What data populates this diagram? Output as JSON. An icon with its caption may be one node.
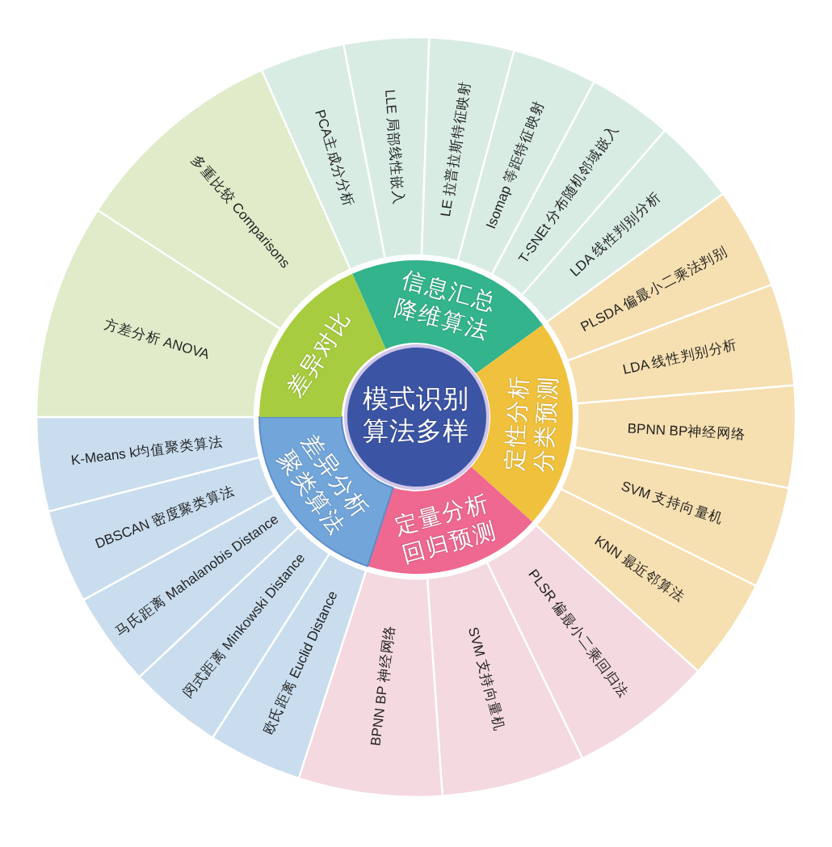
{
  "diagram": {
    "nodes": [
      {
        "text": [
          "模式识别算法多样"
        ]
      },
      {
        "text": [
          "信息汇总降维算法"
        ]
      },
      {
        "text": [
          "定性分析分类预测"
        ]
      },
      {
        "text": [
          "定量分析回归预测"
        ]
      },
      {
        "text": [
          "差异分析聚类算法"
        ]
      },
      {
        "text": [
          "差异对比"
        ]
      },
      {
        "text": [
          "PCA主成分分析"
        ]
      },
      {
        "text": [
          "LLE 局部线性嵌入"
        ]
      },
      {
        "text": [
          "LE 拉普拉斯特征映射"
        ]
      },
      {
        "text": [
          "Isomap 等距特征映射"
        ]
      },
      {
        "text": [
          "T-SNEt 分布随机邻域嵌入"
        ]
      },
      {
        "text": [
          "LDA 线性判别分析"
        ]
      },
      {
        "text": [
          "PLSDA 偏最小二乘法判别"
        ]
      },
      {
        "text": [
          "LDA 线性判别分析"
        ]
      },
      {
        "text": [
          "BPNN BP神经网络"
        ]
      },
      {
        "text": [
          "SVM 支持向量机"
        ]
      },
      {
        "text": [
          "KNN 最近邻算法"
        ]
      },
      {
        "text": [
          "PLSR 偏最小二乘回归法"
        ]
      },
      {
        "text": [
          "SVM 支持向量机"
        ]
      },
      {
        "text": [
          "BPNN BP 神经网络"
        ]
      },
      {
        "text": [
          "欧氏距离 Euclid Distance"
        ]
      },
      {
        "text": [
          "闵式距离 Minkowski Distance"
        ]
      },
      {
        "text": [
          "马氏距离 Mahalanobis Distance"
        ]
      },
      {
        "text": [
          "DBSCAN 密度聚类算法"
        ]
      },
      {
        "text": [
          "K-Means k均值聚类算法"
        ]
      },
      {
        "text": [
          "方差分析 ANOVA"
        ]
      },
      {
        "text": [
          "多重比较 Comparisons"
        ]
      }
    ]
  }
}
